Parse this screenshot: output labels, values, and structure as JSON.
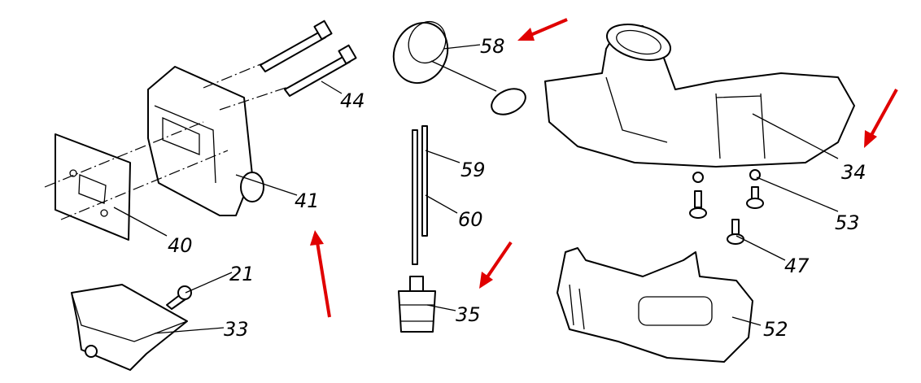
{
  "labels": {
    "p58": "58",
    "p44": "44",
    "p59": "59",
    "p34": "34",
    "p41": "41",
    "p60": "60",
    "p53": "53",
    "p40": "40",
    "p47": "47",
    "p21": "21",
    "p35": "35",
    "p33": "33",
    "p52": "52"
  },
  "colors": {
    "arrow": "#e00000",
    "line": "#000000"
  }
}
